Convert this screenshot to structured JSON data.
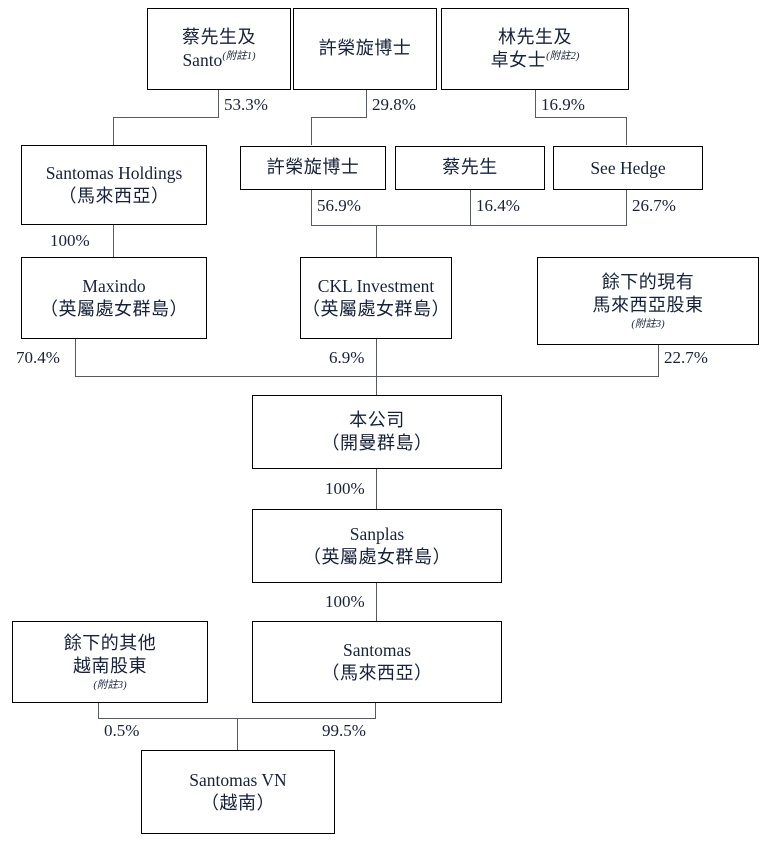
{
  "diagram": {
    "title": "Shareholding structure chart",
    "nodes": [
      {
        "id": "tsoi-santo",
        "line1": "蔡先生及",
        "line2": "Santo",
        "note": "(附註1)",
        "note_position": "inline"
      },
      {
        "id": "dr-khor",
        "line1": "許榮旋博士",
        "line2": "",
        "note": "",
        "note_position": "none"
      },
      {
        "id": "lim-cheok",
        "line1": "林先生及",
        "line2": "卓女士",
        "note": "(附註2)",
        "note_position": "inline"
      },
      {
        "id": "santomas-hold",
        "line1": "Santomas Holdings",
        "line2": "（馬來西亞）",
        "note": "",
        "note_position": "none"
      },
      {
        "id": "dr-khor-2",
        "line1": "許榮旋博士",
        "line2": "",
        "note": "",
        "note_position": "none"
      },
      {
        "id": "tsoi",
        "line1": "蔡先生",
        "line2": "",
        "note": "",
        "note_position": "none"
      },
      {
        "id": "see-hedge",
        "line1": "See Hedge",
        "line2": "",
        "note": "",
        "note_position": "none"
      },
      {
        "id": "maxindo",
        "line1": "Maxindo",
        "line2": "（英屬處女群島）",
        "note": "",
        "note_position": "none"
      },
      {
        "id": "ckl",
        "line1": "CKL Investment",
        "line2": "（英屬處女群島）",
        "note": "",
        "note_position": "none"
      },
      {
        "id": "other-my",
        "line1": "餘下的現有",
        "line2": "馬來西亞股東",
        "note": "(附註3)",
        "note_position": "block"
      },
      {
        "id": "company",
        "line1": "本公司",
        "line2": "（開曼群島）",
        "note": "",
        "note_position": "none"
      },
      {
        "id": "sanplas",
        "line1": "Sanplas",
        "line2": "（英屬處女群島）",
        "note": "",
        "note_position": "none"
      },
      {
        "id": "other-vn",
        "line1": "餘下的其他",
        "line2": "越南股東",
        "note": "(附註3)",
        "note_position": "block"
      },
      {
        "id": "santomas",
        "line1": "Santomas",
        "line2": "（馬來西亞）",
        "note": "",
        "note_position": "none"
      },
      {
        "id": "santomas-vn",
        "line1": "Santomas VN",
        "line2": "（越南）",
        "note": "",
        "note_position": "none"
      }
    ],
    "percentages": [
      {
        "id": "p-53-3",
        "value": "53.3%"
      },
      {
        "id": "p-29-8",
        "value": "29.8%"
      },
      {
        "id": "p-16-9",
        "value": "16.9%"
      },
      {
        "id": "p-100-a",
        "value": "100%"
      },
      {
        "id": "p-56-9",
        "value": "56.9%"
      },
      {
        "id": "p-16-4",
        "value": "16.4%"
      },
      {
        "id": "p-26-7",
        "value": "26.7%"
      },
      {
        "id": "p-70-4",
        "value": "70.4%"
      },
      {
        "id": "p-6-9",
        "value": "6.9%"
      },
      {
        "id": "p-22-7",
        "value": "22.7%"
      },
      {
        "id": "p-100-b",
        "value": "100%"
      },
      {
        "id": "p-100-c",
        "value": "100%"
      },
      {
        "id": "p-0-5",
        "value": "0.5%"
      },
      {
        "id": "p-99-5",
        "value": "99.5%"
      }
    ],
    "colors": {
      "box_border": "#000000",
      "connector": "#555a63",
      "text": "#16213a",
      "background": "#ffffff"
    }
  }
}
